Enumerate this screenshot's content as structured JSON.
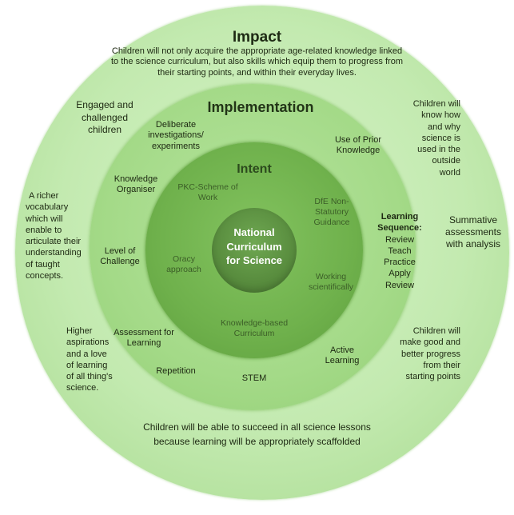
{
  "impact": {
    "title": "Impact",
    "top_statement": [
      "Children will not only acquire the appropriate age-related knowledge linked",
      "to the science curriculum, but also skills which equip them to progress from",
      "their starting points, and within their everyday lives."
    ],
    "bottom_statement": [
      "Children will be able to succeed in all science lessons",
      "because learning will be appropriately scaffolded"
    ],
    "engaged": [
      "Engaged and",
      "challenged",
      "children"
    ],
    "vocabulary": [
      "A richer",
      "vocabulary",
      "which will",
      "enable to",
      "articulate their",
      "understanding",
      "of taught",
      "concepts."
    ],
    "aspirations": [
      "Higher",
      "aspirations",
      "and a love",
      "of learning",
      "of all thing's",
      "science."
    ],
    "know_how": [
      "Children will",
      "know how",
      "and why",
      "science is",
      "used in the",
      "outside",
      "world"
    ],
    "summative": [
      "Summative",
      "assessments",
      "with analysis"
    ],
    "progress": [
      "Children will",
      "make good and",
      "better progress",
      "from their",
      "starting points"
    ]
  },
  "implementation": {
    "title": "Implementation",
    "deliberate": [
      "Deliberate",
      "investigations/",
      "experiments"
    ],
    "prior_knowledge": [
      "Use of Prior",
      "Knowledge"
    ],
    "knowledge_organiser": [
      "Knowledge",
      "Organiser"
    ],
    "level_of_challenge": [
      "Level of",
      "Challenge"
    ],
    "assessment": [
      "Assessment for",
      "Learning"
    ],
    "repetition": "Repetition",
    "stem": "STEM",
    "active_learning": [
      "Active",
      "Learning"
    ],
    "sequence_title": [
      "Learning",
      "Sequence:"
    ],
    "sequence_steps": [
      "Review",
      "Teach",
      "Practice",
      "Apply",
      "Review"
    ]
  },
  "intent": {
    "title": "Intent",
    "pkc": [
      "PKC-Scheme of",
      "Work"
    ],
    "dfe": [
      "DfE Non-",
      "Statutory",
      "Guidance"
    ],
    "oracy": [
      "Oracy",
      "approach"
    ],
    "working": [
      "Working",
      "scientifically"
    ],
    "knowledge_based": [
      "Knowledge-based",
      "Curriculum"
    ]
  },
  "core": {
    "label": [
      "National",
      "Curriculum",
      "for Science"
    ]
  },
  "colors": {
    "impact_ring": "#c3eab0",
    "implementation_ring": "#a4da88",
    "intent_ring": "#6fb14c",
    "core_circle": "#55883b"
  }
}
